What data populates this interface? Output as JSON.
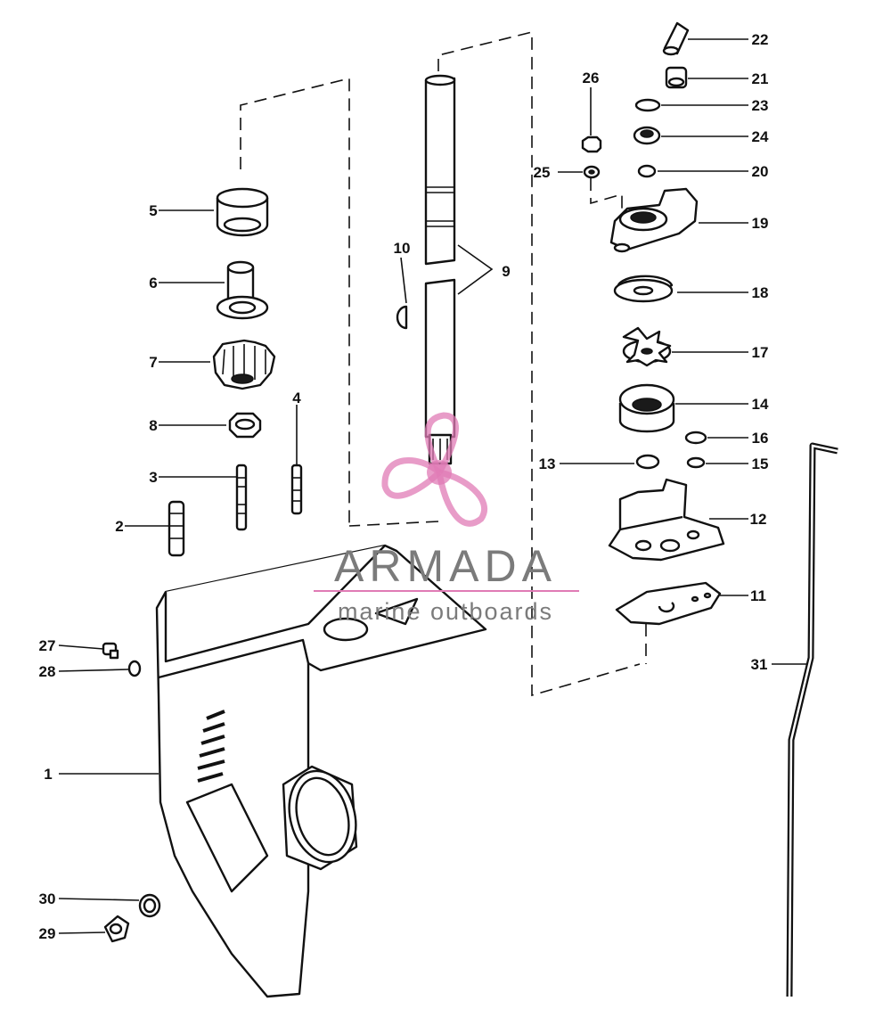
{
  "watermark": {
    "brand": "ARMADA",
    "tagline": "marine outboards",
    "logo_icon": "propeller-icon",
    "logo_color": "#e07bb5",
    "text_color": "#7b7b7b"
  },
  "callouts": [
    "1",
    "2",
    "3",
    "4",
    "5",
    "6",
    "7",
    "8",
    "9",
    "10",
    "11",
    "12",
    "13",
    "14",
    "15",
    "16",
    "17",
    "18",
    "19",
    "20",
    "21",
    "22",
    "23",
    "24",
    "25",
    "26",
    "27",
    "28",
    "29",
    "30",
    "31"
  ]
}
